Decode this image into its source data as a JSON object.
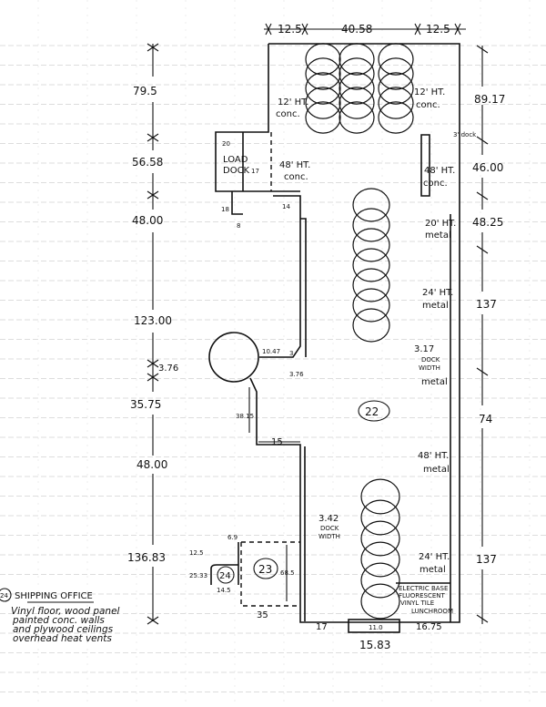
{
  "top_dims": {
    "left": "12.5",
    "middle": "40.58",
    "right": "12.5"
  },
  "left_dims": [
    "79.5",
    "56.58",
    "48.00",
    "123.00",
    "3.76",
    "35.75",
    "48.00",
    "136.83"
  ],
  "right_dims": {
    "a": "89.17",
    "dock": "3' dock",
    "b": "46.00",
    "c": "48.25",
    "d": "137",
    "e": "74",
    "f": "137"
  },
  "load_dock": {
    "line1": "LOAD",
    "line2": "DOCK",
    "width": "20",
    "gap": "17",
    "depth": "18",
    "stub": "8",
    "offset": "14"
  },
  "labels": {
    "top_left": [
      "12' HT.",
      "conc."
    ],
    "top_right": [
      "12' HT.",
      "conc."
    ],
    "mid_left": [
      "48' HT.",
      "conc."
    ],
    "mid_right": [
      "48' HT.",
      "conc."
    ],
    "metal_20": [
      "20' HT.",
      "metal"
    ],
    "metal_24": [
      "24' HT.",
      "metal"
    ],
    "dock_317": [
      "3.17",
      "DOCK",
      "WIDTH",
      "metal"
    ],
    "metal_48": [
      "48' HT.",
      "metal"
    ],
    "dock_342": [
      "3.42",
      "DOCK",
      "WIDTH"
    ],
    "metal_24b": [
      "24' HT.",
      "metal"
    ],
    "lunchroom": [
      "ELECTRIC BASE",
      "FLUORESCENT",
      "VINYL TILE",
      "LUNCHROOM"
    ]
  },
  "connector_dims": {
    "a": "10.47",
    "b": "3",
    "c": "3.76",
    "d": "38.15",
    "e": "15"
  },
  "room_numbers": {
    "r22": "22",
    "r23": "23",
    "r24": "24"
  },
  "room_dims": {
    "r23_depth": "68.5",
    "r23_width": "35",
    "r23_top": "6.9",
    "r24_h": "12.5",
    "r24_d": "25.33",
    "r24_w": "14.5"
  },
  "bottom_dims": {
    "left": "17",
    "box": "11.0",
    "right": "16.75",
    "total": "15.83"
  },
  "shipping_office": {
    "number": "24",
    "title": "SHIPPING OFFICE",
    "notes": [
      "Vinyl floor, wood panel",
      "painted conc. walls",
      "and plywood ceilings",
      "overhead heat vents"
    ]
  }
}
